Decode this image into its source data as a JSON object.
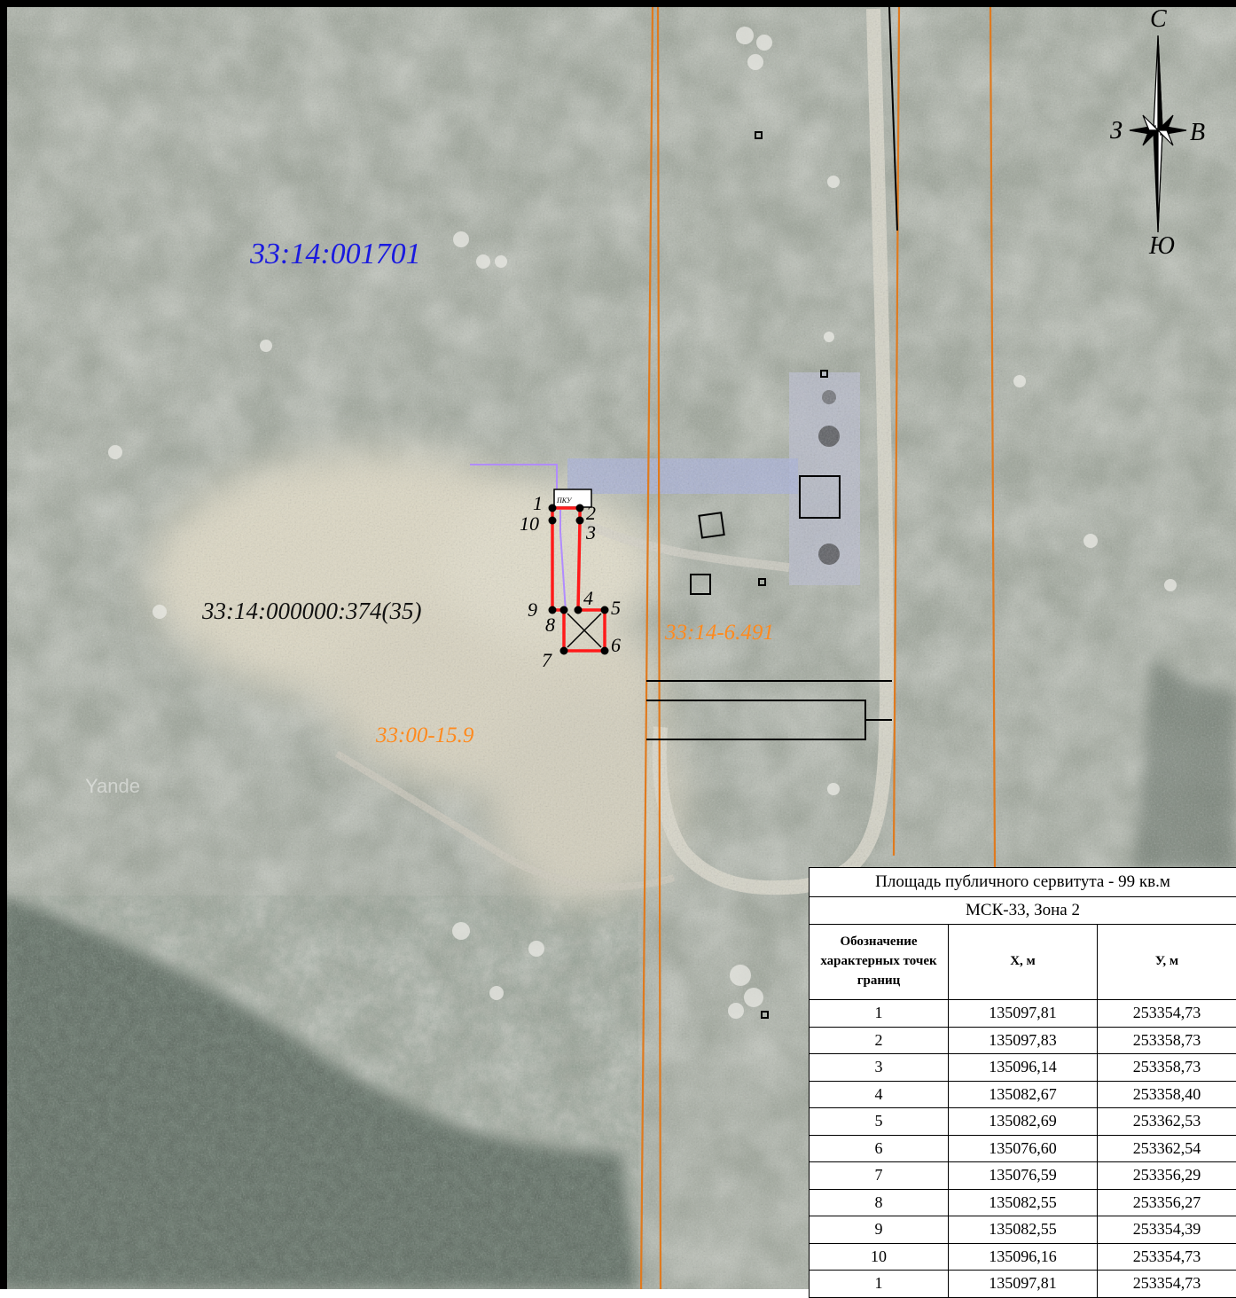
{
  "map": {
    "quarter_label": "33:14:001701",
    "parcel_label": "33:14:000000:374(35)",
    "zone_label_1": "33:14-6.491",
    "zone_label_2": "33:00-15.9",
    "facility_label": "ПКУ",
    "watermark": "Yande",
    "colors": {
      "servitude_boundary": "#ff1a1a",
      "zone_boundary": "#e07a1e",
      "quarter_label": "#1a1adf",
      "cable_line": "#b18cff"
    },
    "boundary_points": [
      {
        "label": "1"
      },
      {
        "label": "2"
      },
      {
        "label": "3"
      },
      {
        "label": "4"
      },
      {
        "label": "5"
      },
      {
        "label": "6"
      },
      {
        "label": "7"
      },
      {
        "label": "8"
      },
      {
        "label": "9"
      },
      {
        "label": "10"
      }
    ]
  },
  "compass": {
    "north": "С",
    "south": "Ю",
    "west": "З",
    "east": "В"
  },
  "table": {
    "title": "Площадь публичного сервитута - 99 кв.м",
    "crs": "МСК-33, Зона 2",
    "headers": {
      "point": "Обозначение характерных точек границ",
      "x": "X, м",
      "y": "У, м"
    },
    "rows": [
      {
        "point": "1",
        "x": "135097,81",
        "y": "253354,73"
      },
      {
        "point": "2",
        "x": "135097,83",
        "y": "253358,73"
      },
      {
        "point": "3",
        "x": "135096,14",
        "y": "253358,73"
      },
      {
        "point": "4",
        "x": "135082,67",
        "y": "253358,40"
      },
      {
        "point": "5",
        "x": "135082,69",
        "y": "253362,53"
      },
      {
        "point": "6",
        "x": "135076,60",
        "y": "253362,54"
      },
      {
        "point": "7",
        "x": "135076,59",
        "y": "253356,29"
      },
      {
        "point": "8",
        "x": "135082,55",
        "y": "253356,27"
      },
      {
        "point": "9",
        "x": "135082,55",
        "y": "253354,39"
      },
      {
        "point": "10",
        "x": "135096,16",
        "y": "253354,73"
      },
      {
        "point": "1",
        "x": "135097,81",
        "y": "253354,73"
      }
    ]
  }
}
